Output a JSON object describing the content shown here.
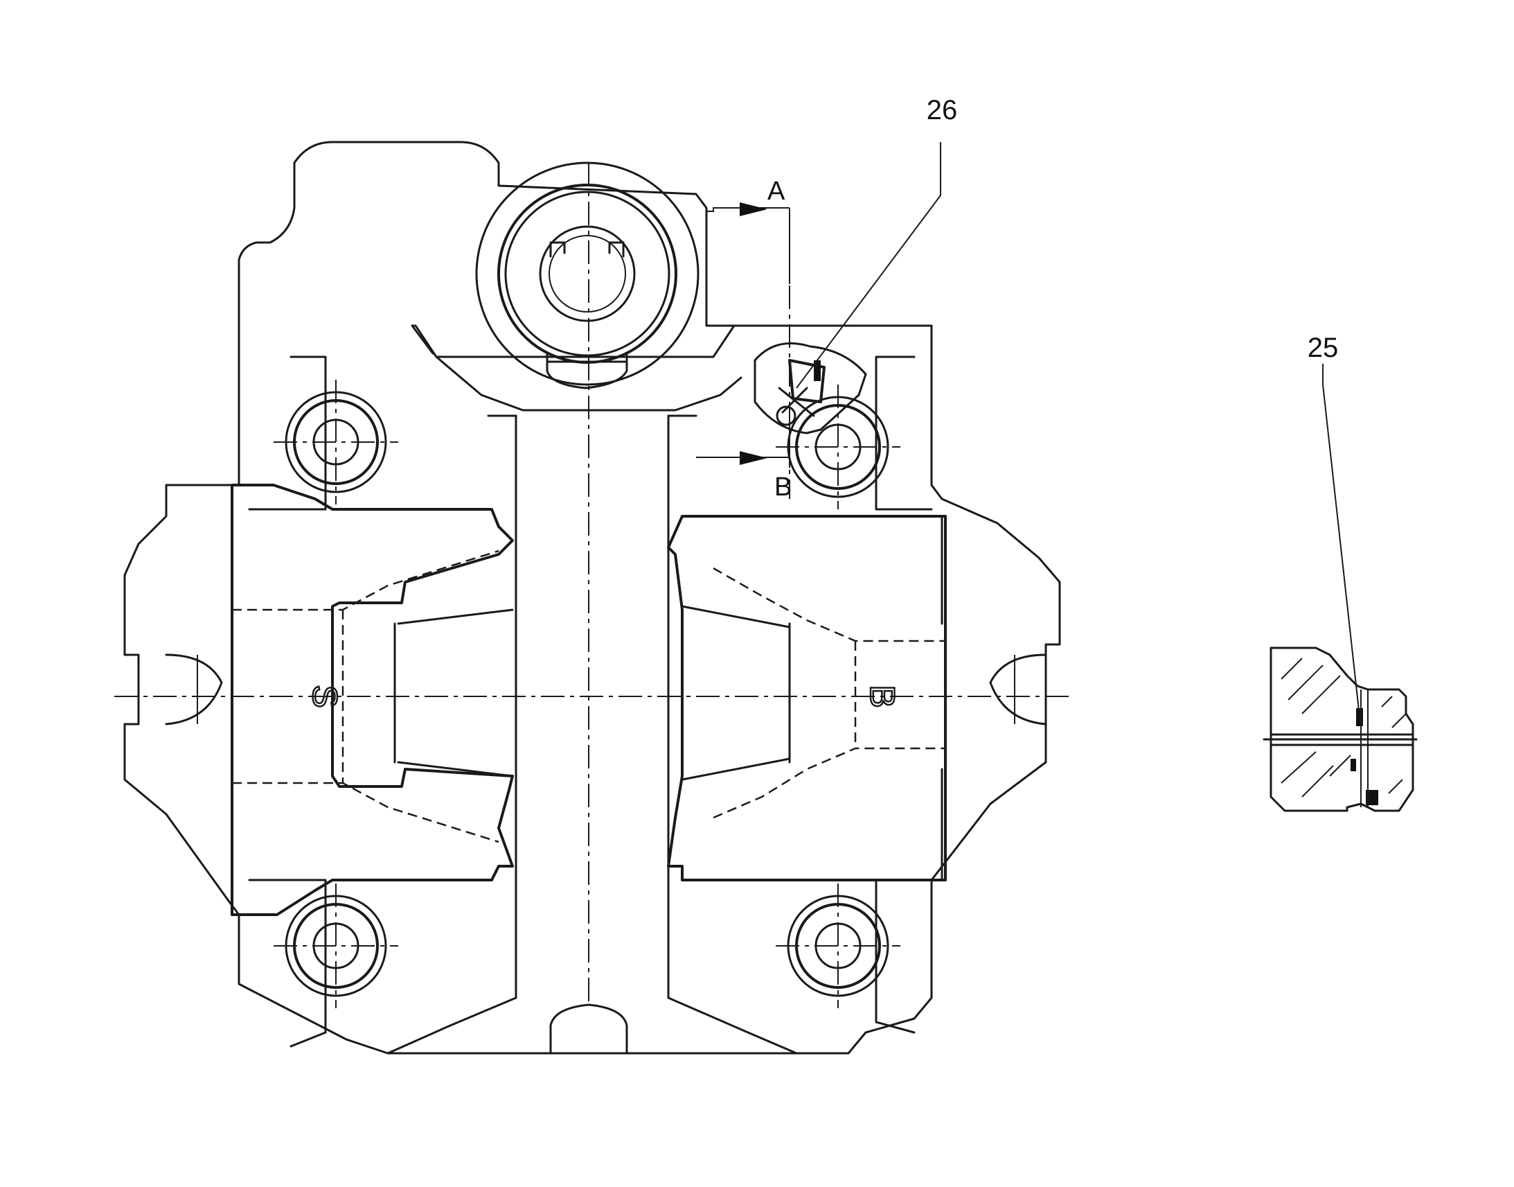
{
  "labels": {
    "ref_26": "26",
    "ref_25": "25",
    "section_a": "A",
    "section_b": "B",
    "port_s": "S",
    "port_b": "B"
  }
}
